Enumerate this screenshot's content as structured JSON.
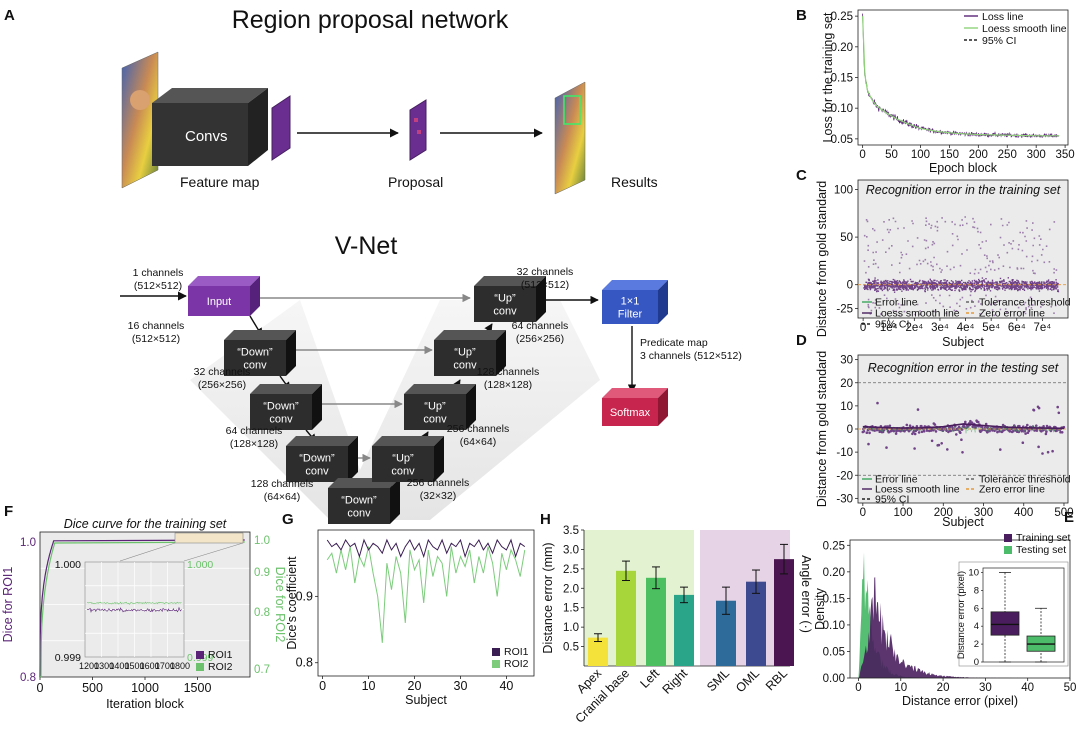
{
  "panel_letters": {
    "A": "A",
    "B": "B",
    "C": "C",
    "D": "D",
    "E": "E",
    "F": "F",
    "G": "G",
    "H": "H"
  },
  "rpn": {
    "title": "Region proposal network",
    "convs_label": "Convs",
    "feature_map_label": "Feature map",
    "proposal_label": "Proposal",
    "results_label": "Results"
  },
  "vnet": {
    "title": "V-Net",
    "in_ch": "1 channels",
    "in_dim": "(512×512)",
    "input_label": "Input",
    "down_word": "“Down”",
    "up_word": "“Up”",
    "conv_word": "conv",
    "d1_ch": "16 channels",
    "d1_dim": "(512×512)",
    "d2_ch": "32 channels",
    "d2_dim": "(256×256)",
    "d3_ch": "64 channels",
    "d3_dim": "(128×128)",
    "d4_ch": "128 channels",
    "d4_dim": "(64×64)",
    "u0_ch": "32 channels",
    "u0_dim": "(512×512)",
    "u1_ch": "64 channels",
    "u1_dim": "(256×256)",
    "u2_ch": "128 channels",
    "u2_dim": "(128×128)",
    "u3_ch": "256 channels",
    "u3_dim": "(64×64)",
    "u4_ch": "256 channels",
    "u4_dim": "(32×32)",
    "filter_line1": "1×1",
    "filter_line2": "Filter",
    "pred_line1": "Predicate map",
    "pred_line2": "3 channels (512×512)",
    "softmax_label": "Softmax"
  },
  "chart_data": [
    {
      "panel": "B",
      "type": "line",
      "xlabel": "Epoch block",
      "ylabel": "Loss for the training set",
      "xlim": [
        0,
        350
      ],
      "ylim": [
        0.04,
        0.26
      ],
      "xticks": [
        "0",
        "50",
        "100",
        "150",
        "200",
        "250",
        "300",
        "350"
      ],
      "yticks": [
        "0.05",
        "0.10",
        "0.15",
        "0.20",
        "0.25"
      ],
      "legend": [
        "Loss line",
        "Loess smooth line",
        "95% CI"
      ],
      "colors": {
        "loss": "#5b2476",
        "smooth": "#8fd27a",
        "ci": "#222222"
      },
      "curve": {
        "x": [
          0,
          3,
          8,
          15,
          25,
          40,
          60,
          80,
          100,
          130,
          160,
          200,
          250,
          300,
          340
        ],
        "y": [
          0.25,
          0.16,
          0.13,
          0.115,
          0.103,
          0.093,
          0.082,
          0.074,
          0.067,
          0.062,
          0.059,
          0.057,
          0.056,
          0.055,
          0.055
        ]
      }
    },
    {
      "panel": "C",
      "type": "scatter",
      "title": "Recognition error in the training set",
      "xlabel": "Subject",
      "ylabel": "Distance from gold standard",
      "xlim": [
        0,
        78000
      ],
      "ylim": [
        -35,
        110
      ],
      "xticks": [
        "0",
        "1e⁴",
        "2e⁴",
        "3e⁴",
        "4e⁴",
        "5e⁴",
        "6e⁴",
        "7e⁴"
      ],
      "yticks": [
        "100",
        "50",
        "0",
        "-25"
      ],
      "legend": [
        "Error line",
        "Loess smooth line",
        "95% CI",
        "Tolerance threshold",
        "Zero error line"
      ],
      "colors": {
        "points": "#5b2476",
        "error": "#3aa55a",
        "smooth": "#4a1e5e",
        "tol": "#666666",
        "zero": "#e69a3a"
      }
    },
    {
      "panel": "D",
      "type": "scatter",
      "title": "Recognition error in the testing set",
      "xlabel": "Subject",
      "ylabel": "Distance from gold standard",
      "xlim": [
        0,
        510
      ],
      "ylim": [
        -32,
        32
      ],
      "xticks": [
        "0",
        "100",
        "200",
        "300",
        "400",
        "500"
      ],
      "yticks": [
        "30",
        "20",
        "10",
        "0",
        "-10",
        "-20",
        "-30"
      ],
      "tolerance": 20,
      "legend": [
        "Error line",
        "Loess smooth line",
        "95% CI",
        "Tolerance threshold",
        "Zero error line"
      ],
      "colors": {
        "points": "#5b2476",
        "error": "#3aa55a",
        "smooth": "#4a1e5e",
        "tol": "#666666",
        "zero": "#e69a3a"
      },
      "smooth": {
        "x": [
          0,
          50,
          100,
          150,
          200,
          250,
          300,
          350,
          400,
          450,
          500
        ],
        "y": [
          1,
          0.6,
          0.4,
          0.5,
          1,
          2.2,
          1.5,
          0.8,
          0.5,
          0.4,
          0.3
        ]
      }
    },
    {
      "panel": "E",
      "type": "area",
      "xlabel": "Distance error (pixel)",
      "ylabel": "Density",
      "xlim": [
        -2,
        50
      ],
      "ylim": [
        0,
        0.26
      ],
      "xticks": [
        "0",
        "10",
        "20",
        "30",
        "40",
        "50"
      ],
      "yticks": [
        "0.00",
        "0.05",
        "0.10",
        "0.15",
        "0.20",
        "0.25"
      ],
      "series": [
        {
          "name": "Training set",
          "color": "#4a1e5e"
        },
        {
          "name": "Testing set",
          "color": "#4cbb6a"
        }
      ],
      "inset": {
        "type": "box",
        "ylabel": "Distance error (pixel)",
        "ylim": [
          0,
          10.5
        ],
        "yticks": [
          "0",
          "2",
          "4",
          "6",
          "8",
          "10"
        ],
        "boxes": [
          {
            "name": "Training set",
            "min": 0,
            "q1": 3,
            "median": 4.2,
            "q3": 5.6,
            "max": 10
          },
          {
            "name": "Testing set",
            "min": 0,
            "q1": 1.2,
            "median": 2,
            "q3": 2.9,
            "max": 6
          }
        ]
      }
    },
    {
      "panel": "F",
      "type": "line",
      "title": "Dice curve for the training set",
      "xlabel": "Iteration block",
      "ylabel_left": "Dice for ROI1",
      "ylabel_right": "Dice for ROI2",
      "xlim": [
        0,
        2000
      ],
      "xticks": [
        "0",
        "500",
        "1000",
        "1500"
      ],
      "yticks_left": [
        "0.8",
        "1.0"
      ],
      "yticks_right": [
        "1.0",
        "0.9",
        "0.8",
        "0.7"
      ],
      "series": [
        {
          "name": "ROI1",
          "color": "#5b2476"
        },
        {
          "name": "ROI2",
          "color": "#6cc26c"
        }
      ],
      "inset": {
        "xticks": [
          "1200",
          "1300",
          "1400",
          "1500",
          "1600",
          "1700",
          "1800"
        ],
        "ytop": "1.000",
        "ybottom": "0.999",
        "ytop_r": "1.000",
        "ybottom_r": "0.999"
      }
    },
    {
      "panel": "G",
      "type": "line",
      "xlabel": "Subject",
      "ylabel": "Dice's coefficient",
      "xlim": [
        0,
        46
      ],
      "ylim": [
        0.78,
        1.0
      ],
      "xticks": [
        "0",
        "10",
        "20",
        "30",
        "40"
      ],
      "yticks": [
        "0.8",
        "0.9"
      ],
      "series": [
        {
          "name": "ROI1",
          "color": "#3a1d52",
          "values": [
            0.985,
            0.975,
            0.98,
            0.97,
            0.985,
            0.975,
            0.98,
            0.96,
            0.985,
            0.97,
            0.98,
            0.975,
            0.965,
            0.985,
            0.97,
            0.98,
            0.96,
            0.975,
            0.985,
            0.97,
            0.98,
            0.96,
            0.985,
            0.975,
            0.97,
            0.985,
            0.965,
            0.98,
            0.975,
            0.985,
            0.96,
            0.98,
            0.975,
            0.985,
            0.97,
            0.98,
            0.965,
            0.985,
            0.975,
            0.97,
            0.985,
            0.96,
            0.98,
            0.975
          ]
        },
        {
          "name": "ROI2",
          "color": "#7ccc7c",
          "values": [
            0.955,
            0.965,
            0.935,
            0.97,
            0.94,
            0.975,
            0.92,
            0.96,
            0.945,
            0.975,
            0.935,
            0.9,
            0.83,
            0.95,
            0.91,
            0.96,
            0.935,
            0.86,
            0.97,
            0.94,
            0.955,
            0.89,
            0.97,
            0.93,
            0.96,
            0.95,
            0.9,
            0.975,
            0.935,
            0.96,
            0.945,
            0.97,
            0.92,
            0.96,
            0.935,
            0.975,
            0.95,
            0.9,
            0.965,
            0.94,
            0.97,
            0.955,
            0.93,
            0.97
          ]
        }
      ]
    },
    {
      "panel": "H",
      "type": "bar",
      "ylabel": "Distance error (mm)",
      "ylabel_right": "Angle error (·)",
      "ylim": [
        0,
        3.5
      ],
      "yticks": [
        "0.5",
        "1.0",
        "1.5",
        "2.0",
        "2.5",
        "3.0",
        "3.5"
      ],
      "categories": [
        "Apex",
        "Cranial base",
        "Left",
        "Right",
        "SML",
        "OML",
        "RBL"
      ],
      "values": [
        0.73,
        2.45,
        2.27,
        1.83,
        1.68,
        2.17,
        2.75
      ],
      "errors": [
        0.1,
        0.25,
        0.28,
        0.2,
        0.35,
        0.3,
        0.38
      ],
      "colors": [
        "#f4e23a",
        "#a6d63a",
        "#4cc060",
        "#2aa58a",
        "#2e6b9a",
        "#3d4a8f",
        "#4a1550"
      ],
      "bg": [
        "#e3f2d0",
        "#e6d3e6"
      ]
    }
  ]
}
